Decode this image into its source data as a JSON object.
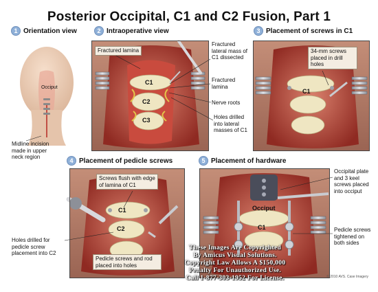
{
  "title": "Posterior Occipital, C1 and C2 Fusion, Part 1",
  "steps": [
    {
      "num": "1",
      "label": "Orientation view"
    },
    {
      "num": "2",
      "label": "Intraoperative view"
    },
    {
      "num": "3",
      "label": "Placement of screws in C1"
    },
    {
      "num": "4",
      "label": "Placement of pedicle screws"
    },
    {
      "num": "5",
      "label": "Placement of hardware"
    }
  ],
  "panel1": {
    "occiput": "Occiput",
    "incision": "Midline incision made in upper neck region"
  },
  "panel2": {
    "fractured_lamina": "Fractured lamina",
    "fractured_lateral_mass": "Fractured lateral mass of C1 dissected",
    "fractured_lamina_right": "Fractured lamina",
    "nerve_roots": "Nerve roots",
    "holes_drilled": "Holes drilled into lateral masses of C1",
    "c1": "C1",
    "c2": "C2",
    "c3": "C3"
  },
  "panel3": {
    "screws": "34-mm screws placed in drill holes",
    "c1": "C1"
  },
  "panel4": {
    "screws_flush": "Screws flush with edge of lamina of C1",
    "holes_c2": "Holes drilled for pedicle screw placement into C2",
    "rod": "Pedicle screws and rod placed into holes",
    "c1": "C1",
    "c2": "C2"
  },
  "panel5": {
    "plate": "Occipital plate and 3 keel screws placed into occiput",
    "pedicle_tightened": "Pedicle screws tightened on both sides",
    "occiput": "Occiput",
    "c1": "C1"
  },
  "watermark": [
    "These Images Are Copyrighted",
    "By Amicus Visual Solutions.",
    "Copyright Law Allows A $150,000",
    "Penalty For Unauthorized Use.",
    "Call 1-877-303-1952 For License."
  ],
  "copyright": "© 2010 AVS. Case Imagery",
  "colors": {
    "badge": "#8fb0d8",
    "tissue_red": "#b8312a",
    "bone": "#efe6c2",
    "nerve": "#e3c64a",
    "skin": "#f1d3bd",
    "metal": "#b9bcc3"
  }
}
